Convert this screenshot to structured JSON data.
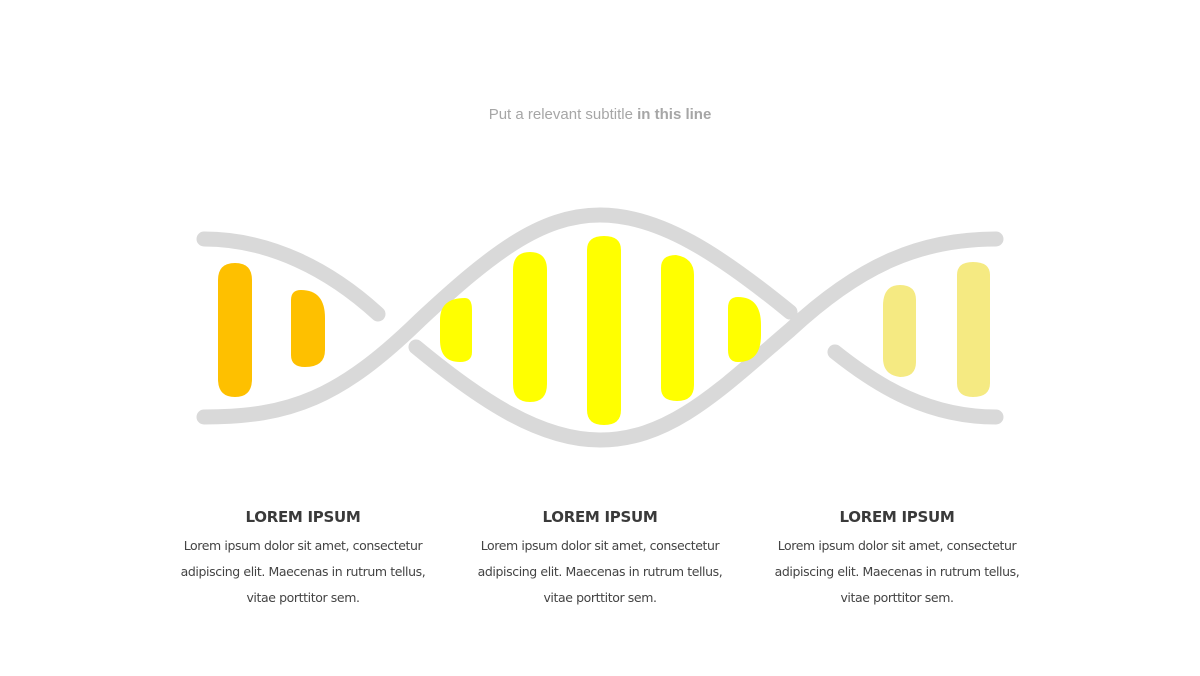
{
  "subtitle": {
    "regular": "Put a relevant subtitle",
    "bold": "in this line"
  },
  "colors": {
    "strand": "#d9d9d9",
    "left_rungs": "#fec000",
    "center_rungs": "#ffff00",
    "right_rungs": "#f5ea82",
    "heading": "#3a3a3a",
    "body_text": "#444444",
    "subtitle": "#a6a6a6"
  },
  "columns": [
    {
      "title": "LOREM IPSUM",
      "line1": "Lorem ipsum dolor sit amet, consectetur",
      "line2": "adipiscing elit. Maecenas in rutrum tellus,",
      "line3": "vitae porttitor sem."
    },
    {
      "title": "LOREM IPSUM",
      "line1": "Lorem ipsum dolor sit amet, consectetur",
      "line2": "adipiscing elit. Maecenas in rutrum tellus,",
      "line3": "vitae porttitor sem."
    },
    {
      "title": "LOREM IPSUM",
      "line1": "Lorem ipsum dolor sit amet, consectetur",
      "line2": "adipiscing elit. Maecenas in rutrum tellus,",
      "line3": "vitae porttitor sem."
    }
  ]
}
